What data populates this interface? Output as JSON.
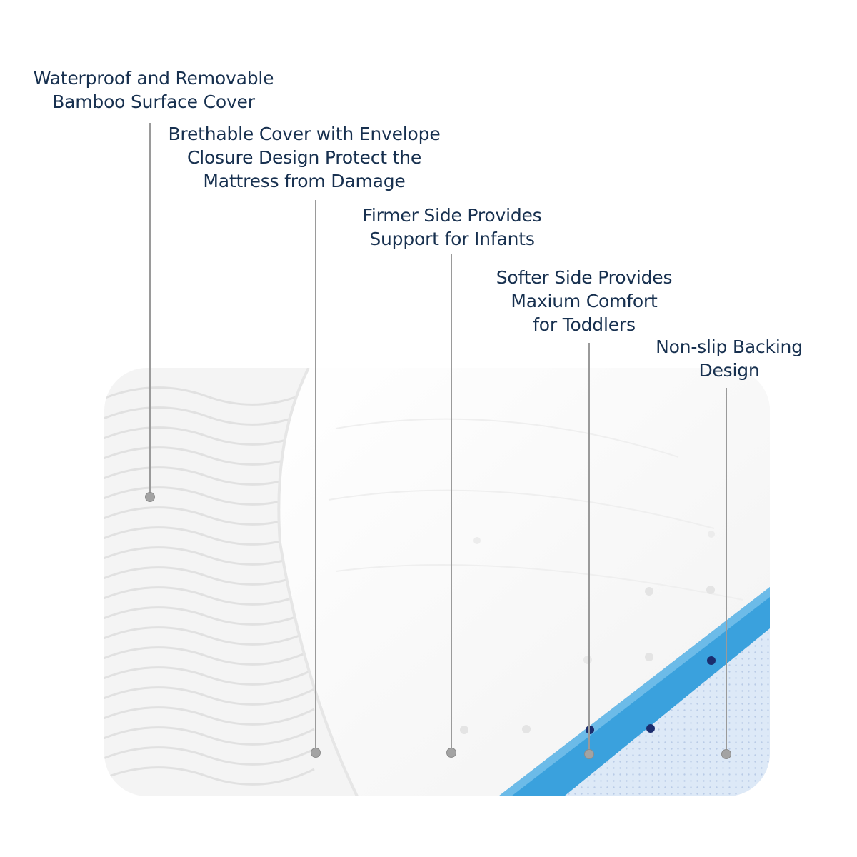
{
  "callouts": [
    {
      "name": "bamboo-cover",
      "lines": [
        "Waterproof and Removable",
        "Bamboo Surface Cover"
      ]
    },
    {
      "name": "breathable-cover",
      "lines": [
        "Brethable Cover with  Envelope",
        "Closure Design Protect the",
        "Mattress from Damage"
      ]
    },
    {
      "name": "firmer-side",
      "lines": [
        "Firmer Side Provides",
        "Support for Infants"
      ]
    },
    {
      "name": "softer-side",
      "lines": [
        "Softer Side Provides",
        "Maxium Comfort",
        "for Toddlers"
      ]
    },
    {
      "name": "non-slip-backing",
      "lines": [
        "Non-slip Backing",
        "Design"
      ]
    }
  ],
  "colors": {
    "label_text": "#17304f",
    "foam_blue": "#3aa1dd",
    "backing_blue": "#dde9f7",
    "leader": "#9a9a9a"
  }
}
